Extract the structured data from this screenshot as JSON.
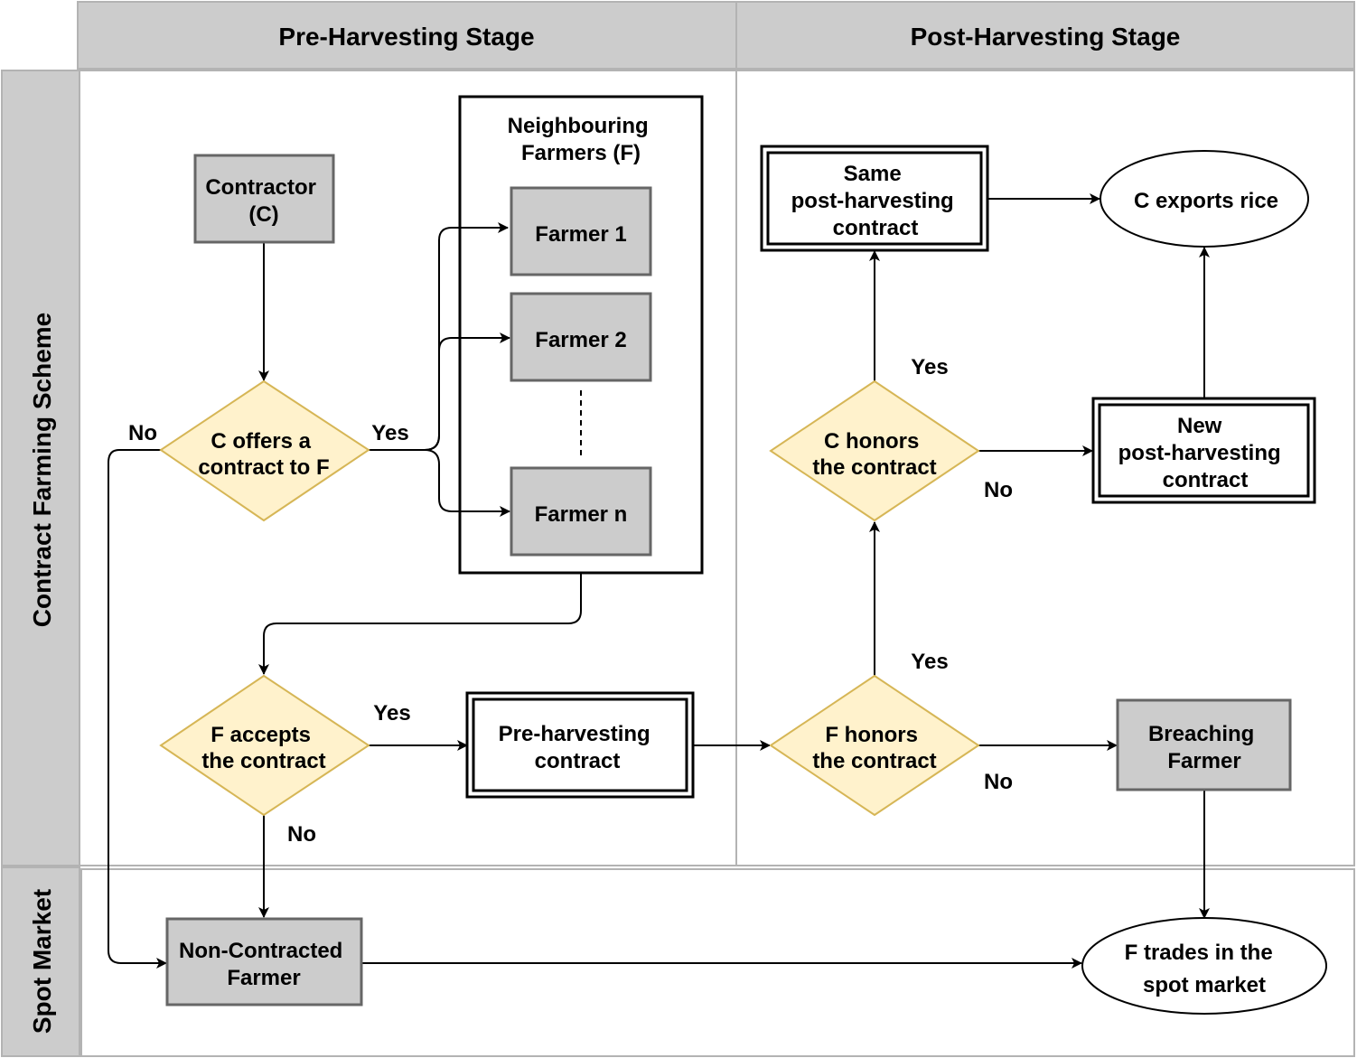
{
  "headers": {
    "pre": "Pre-Harvesting Stage",
    "post": "Post-Harvesting Stage"
  },
  "lanes": {
    "contract": "Contract Farming Scheme",
    "spot": "Spot Market"
  },
  "nodes": {
    "contractor": [
      "Contractor",
      "(C)"
    ],
    "neighbouring": [
      "Neighbouring",
      "Farmers (F)"
    ],
    "farmer1": [
      "Farmer 1"
    ],
    "farmer2": [
      "Farmer 2"
    ],
    "farmern": [
      "Farmer n"
    ],
    "c_offers": [
      "C offers a",
      "contract to F"
    ],
    "f_accepts": [
      "F accepts",
      "the contract"
    ],
    "pre_contract": [
      "Pre-harvesting",
      "contract"
    ],
    "f_honors": [
      "F honors",
      "the contract"
    ],
    "c_honors": [
      "C honors",
      "the contract"
    ],
    "same_contract": [
      "Same",
      "post-harvesting",
      "contract"
    ],
    "new_contract": [
      "New",
      "post-harvesting",
      "contract"
    ],
    "c_exports": [
      "C exports rice"
    ],
    "breaching": [
      "Breaching",
      "Farmer"
    ],
    "non_contracted": [
      "Non-Contracted",
      "Farmer"
    ],
    "spot_trade": [
      "F trades in the",
      "spot market"
    ]
  },
  "edge_labels": {
    "offers_no": "No",
    "offers_yes": "Yes",
    "accepts_yes": "Yes",
    "accepts_no": "No",
    "f_honors_yes": "Yes",
    "f_honors_no": "No",
    "c_honors_yes": "Yes",
    "c_honors_no": "No"
  },
  "colors": {
    "header_fill": "#cccccc",
    "box_fill": "#cccccc",
    "box_stroke": "#666666",
    "diamond_fill": "#fff2cc",
    "diamond_stroke": "#d6b656",
    "lane_border": "#b3b3b3"
  }
}
